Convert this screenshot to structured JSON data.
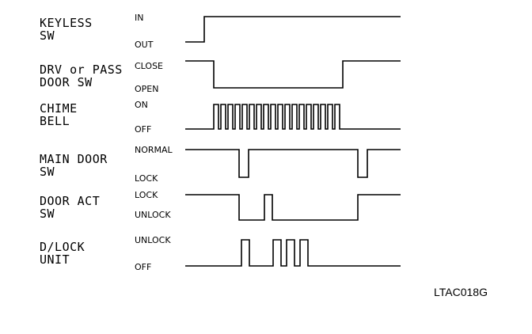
{
  "diagram_code": "LTAC018G",
  "signals": [
    {
      "name_lines": [
        "KEYLESS",
        "SW"
      ],
      "high_state": "IN",
      "low_state": "OUT",
      "transitions": [
        {
          "t": 234,
          "level": 0
        },
        {
          "t": 258,
          "level": 1
        },
        {
          "t": 506,
          "level": 1
        }
      ]
    },
    {
      "name_lines": [
        "DRV or PASS",
        "DOOR SW"
      ],
      "high_state": "CLOSE",
      "low_state": "OPEN",
      "transitions": [
        {
          "t": 234,
          "level": 1
        },
        {
          "t": 270,
          "level": 0
        },
        {
          "t": 433,
          "level": 1
        },
        {
          "t": 506,
          "level": 1
        }
      ]
    },
    {
      "name_lines": [
        "CHIME",
        "BELL"
      ],
      "high_state": "ON",
      "low_state": "OFF",
      "transitions": [
        {
          "t": 234,
          "level": 0
        },
        {
          "t": 270,
          "level": 1
        },
        {
          "t": 276,
          "level": 0
        },
        {
          "t": 279,
          "level": 1
        },
        {
          "t": 285,
          "level": 0
        },
        {
          "t": 288,
          "level": 1
        },
        {
          "t": 294,
          "level": 0
        },
        {
          "t": 297,
          "level": 1
        },
        {
          "t": 303,
          "level": 0
        },
        {
          "t": 306,
          "level": 1
        },
        {
          "t": 312,
          "level": 0
        },
        {
          "t": 315,
          "level": 1
        },
        {
          "t": 321,
          "level": 0
        },
        {
          "t": 324,
          "level": 1
        },
        {
          "t": 330,
          "level": 0
        },
        {
          "t": 333,
          "level": 1
        },
        {
          "t": 339,
          "level": 0
        },
        {
          "t": 342,
          "level": 1
        },
        {
          "t": 348,
          "level": 0
        },
        {
          "t": 351,
          "level": 1
        },
        {
          "t": 357,
          "level": 0
        },
        {
          "t": 360,
          "level": 1
        },
        {
          "t": 366,
          "level": 0
        },
        {
          "t": 369,
          "level": 1
        },
        {
          "t": 375,
          "level": 0
        },
        {
          "t": 378,
          "level": 1
        },
        {
          "t": 384,
          "level": 0
        },
        {
          "t": 387,
          "level": 1
        },
        {
          "t": 393,
          "level": 0
        },
        {
          "t": 396,
          "level": 1
        },
        {
          "t": 402,
          "level": 0
        },
        {
          "t": 405,
          "level": 1
        },
        {
          "t": 411,
          "level": 0
        },
        {
          "t": 414,
          "level": 1
        },
        {
          "t": 420,
          "level": 0
        },
        {
          "t": 423,
          "level": 1
        },
        {
          "t": 429,
          "level": 0
        },
        {
          "t": 506,
          "level": 0
        }
      ]
    },
    {
      "name_lines": [
        "MAIN DOOR",
        "SW"
      ],
      "high_state": "NORMAL",
      "low_state": "LOCK",
      "transitions": [
        {
          "t": 234,
          "level": 1
        },
        {
          "t": 302,
          "level": 0
        },
        {
          "t": 314,
          "level": 1
        },
        {
          "t": 452,
          "level": 0
        },
        {
          "t": 464,
          "level": 1
        },
        {
          "t": 506,
          "level": 1
        }
      ]
    },
    {
      "name_lines": [
        "DOOR ACT",
        "SW"
      ],
      "high_state": "LOCK",
      "low_state": "UNLOCK",
      "transitions": [
        {
          "t": 234,
          "level": 1
        },
        {
          "t": 302,
          "level": 0
        },
        {
          "t": 334,
          "level": 1
        },
        {
          "t": 344,
          "level": 0
        },
        {
          "t": 452,
          "level": 1
        },
        {
          "t": 506,
          "level": 1
        }
      ]
    },
    {
      "name_lines": [
        "D/LOCK",
        "UNIT"
      ],
      "high_state": "UNLOCK",
      "low_state": "OFF",
      "transitions": [
        {
          "t": 234,
          "level": 0
        },
        {
          "t": 305,
          "level": 1
        },
        {
          "t": 315,
          "level": 0
        },
        {
          "t": 345,
          "level": 1
        },
        {
          "t": 355,
          "level": 0
        },
        {
          "t": 362,
          "level": 1
        },
        {
          "t": 372,
          "level": 0
        },
        {
          "t": 379,
          "level": 1
        },
        {
          "t": 389,
          "level": 0
        },
        {
          "t": 506,
          "level": 0
        }
      ]
    }
  ]
}
